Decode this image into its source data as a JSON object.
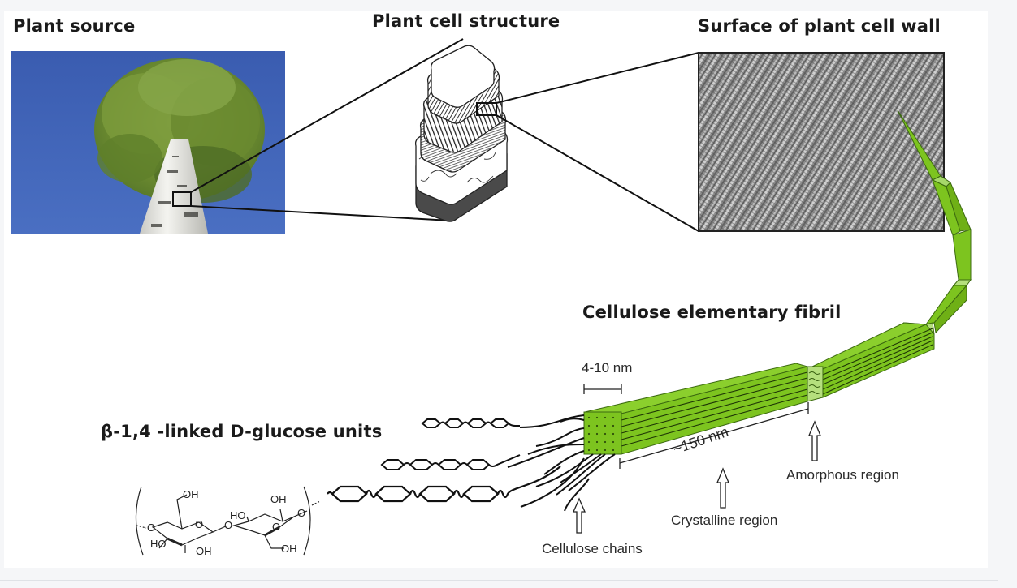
{
  "figure": {
    "titles": {
      "plant_source": "Plant source",
      "plant_cell_structure": "Plant cell structure",
      "surface_cell_wall": "Surface of plant cell wall",
      "elementary_fibril": "Cellulose elementary fibril",
      "glucose_units": "β-1,4 -linked D-glucose units"
    },
    "annotations": {
      "width_scale": "4-10 nm",
      "length_scale": "~150 nm",
      "cellulose_chains": "Cellulose chains",
      "crystalline_region": "Crystalline region",
      "amorphous_region": "Amorphous region"
    },
    "chem_labels": {
      "oh_top_left": "OH",
      "o_ring_left": "O",
      "o_link_left": "O",
      "ho_bottom_left": "HO",
      "oh_bottom_mid": "OH",
      "o_glycosidic": "O",
      "ho_mid": "HO",
      "oh_top_right": "OH",
      "o_ring_right": "O",
      "o_link_right": "O",
      "oh_bottom_right": "OH"
    },
    "colors": {
      "fibril_green": "#7dc41f",
      "fibril_light": "#b5df7d",
      "fibril_edge": "#3c6a10",
      "sky_blue": "#3c5fb0",
      "foliage": "#6f8f33"
    }
  }
}
